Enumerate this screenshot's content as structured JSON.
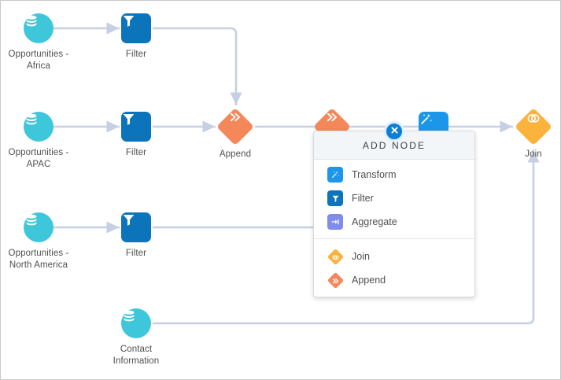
{
  "canvas": {
    "title": "Dataflow Canvas",
    "background": "#ffffff",
    "border_color": "#c9c9c9"
  },
  "colors": {
    "source_teal": "#3ec7da",
    "filter_blue": "#0c74bb",
    "transform_blue": "#1b96e8",
    "aggregate_purple": "#7f8ced",
    "append_orange": "#f4885a",
    "join_gold": "#fcb33e",
    "connector": "#c6cfe3",
    "label_text": "#514f4d",
    "close_button": "#0b7fd4"
  },
  "nodes": [
    {
      "id": "src-africa",
      "type": "source",
      "icon": "database-icon",
      "label": "Opportunities -\nAfrica"
    },
    {
      "id": "filter-africa",
      "type": "filter",
      "icon": "funnel-icon",
      "label": "Filter"
    },
    {
      "id": "src-apac",
      "type": "source",
      "icon": "database-icon",
      "label": "Opportunities -\nAPAC"
    },
    {
      "id": "filter-apac",
      "type": "filter",
      "icon": "funnel-icon",
      "label": "Filter"
    },
    {
      "id": "append-1",
      "type": "append",
      "icon": "double-arrow-icon",
      "label": "Append"
    },
    {
      "id": "src-north-america",
      "type": "source",
      "icon": "database-icon",
      "label": "Opportunities -\nNorth America"
    },
    {
      "id": "filter-north-america",
      "type": "filter",
      "icon": "funnel-icon",
      "label": "Filter"
    },
    {
      "id": "src-contact",
      "type": "source",
      "icon": "database-icon",
      "label": "Contact\nInformation"
    },
    {
      "id": "append-2",
      "type": "append",
      "icon": "double-arrow-icon",
      "label": ""
    },
    {
      "id": "transform-1",
      "type": "transform",
      "icon": "magic-wand-icon",
      "label": ""
    },
    {
      "id": "join-1",
      "type": "join",
      "icon": "venn-circles-icon",
      "label": "Join"
    }
  ],
  "popup": {
    "header": "ADD NODE",
    "close_icon": "close-x-icon",
    "groups": [
      {
        "items": [
          {
            "label": "Transform",
            "icon": "magic-wand-icon"
          },
          {
            "label": "Filter",
            "icon": "funnel-icon"
          },
          {
            "label": "Aggregate",
            "icon": "aggregate-icon"
          }
        ]
      },
      {
        "items": [
          {
            "label": "Join",
            "icon": "venn-circles-icon"
          },
          {
            "label": "Append",
            "icon": "double-arrow-icon"
          }
        ]
      }
    ]
  }
}
